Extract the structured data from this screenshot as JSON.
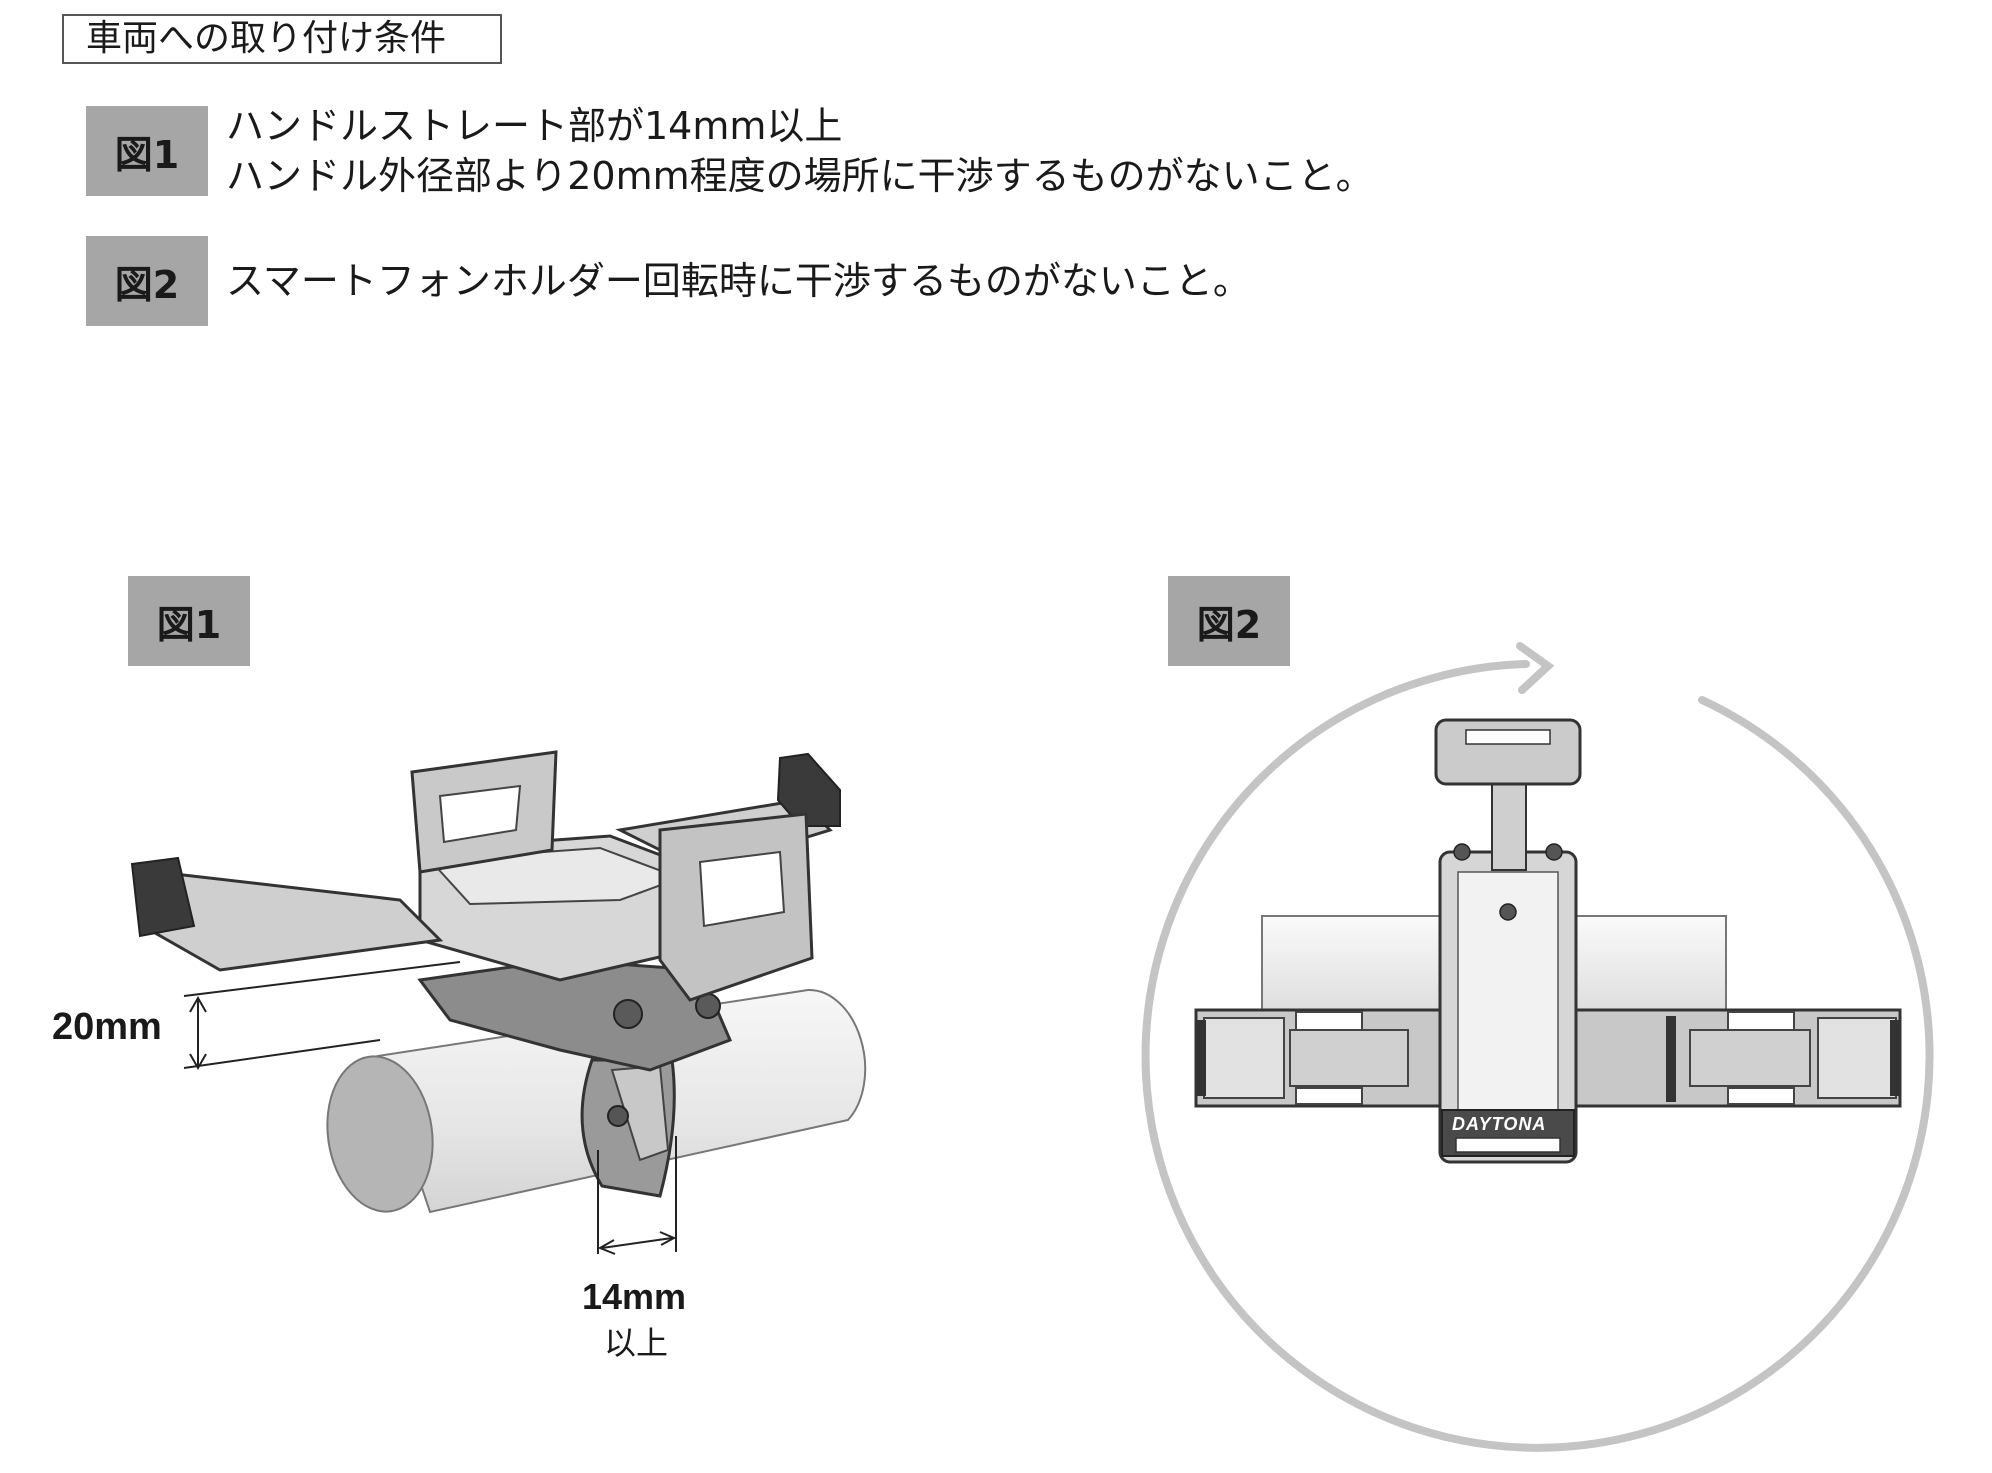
{
  "header": {
    "title": "車両への取り付け条件"
  },
  "conditions": [
    {
      "badge": "図1",
      "lines": [
        "ハンドルストレート部が14mm以上",
        "ハンドル外径部より20mm程度の場所に干渉するものがないこと。"
      ]
    },
    {
      "badge": "図2",
      "lines": [
        "スマートフォンホルダー回転時に干渉するものがないこと。"
      ]
    }
  ],
  "figure1": {
    "badge": "図1",
    "dim_height": "20mm",
    "dim_width": "14mm",
    "dim_width_note": "以上"
  },
  "figure2": {
    "badge": "図2",
    "brand": "DAYTONA"
  },
  "colors": {
    "badge_bg": "#a6a6a6",
    "arrow_gray": "#c4c4c4",
    "part_dark": "#3a3a3a",
    "bar_fill": "#eeeeee"
  }
}
